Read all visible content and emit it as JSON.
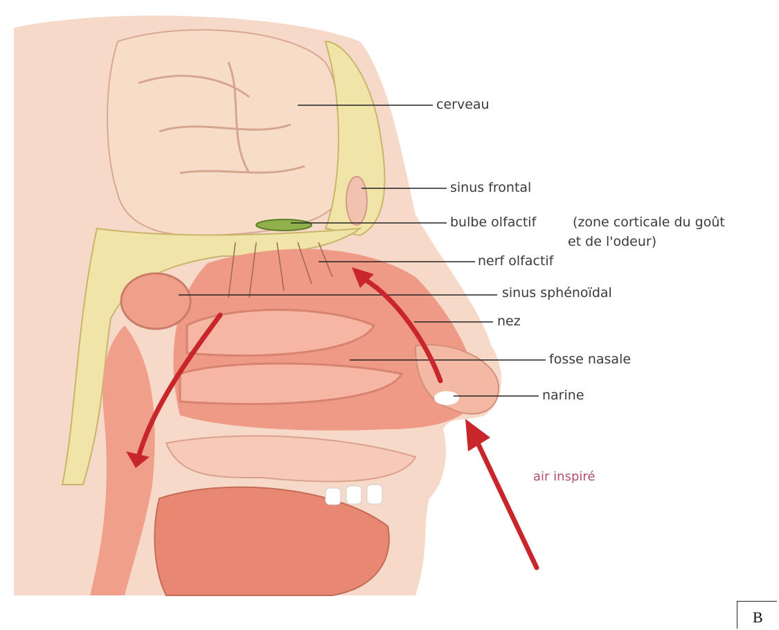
{
  "labels": {
    "cerveau": "cerveau",
    "sinus_frontal": "sinus frontal",
    "bulbe_olfactif": "bulbe olfactif",
    "zone_corticale_line1": "(zone corticale du goût",
    "zone_corticale_line2": "et de l'odeur)",
    "nerf_olfactif": "nerf olfactif",
    "sinus_sphenoidal": "sinus sphénoïdal",
    "nez": "nez",
    "fosse_nasale": "fosse nasale",
    "narine": "narine",
    "air_inspire": "air inspiré"
  },
  "corner_label": "B",
  "colors": {
    "arrow": "#c8262b",
    "air_text": "#b2506a",
    "leader_line": "#222222",
    "bone": "#f0e4a8",
    "tissue": "#ef9a86",
    "brain": "#f4d2bc"
  }
}
